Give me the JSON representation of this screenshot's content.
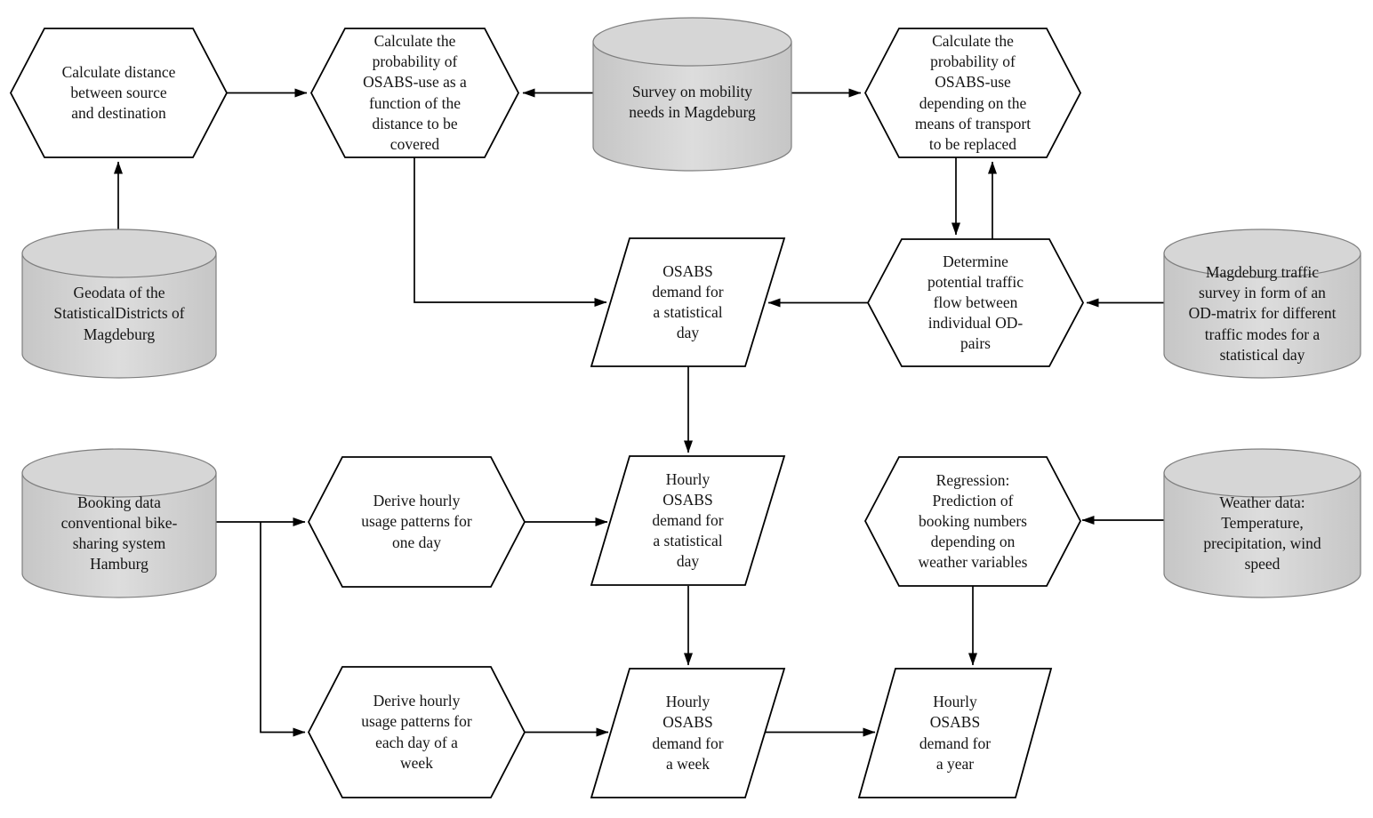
{
  "diagram": {
    "type": "flowchart",
    "colors": {
      "background": "#ffffff",
      "process_fill": "#ffffff",
      "process_stroke": "#000000",
      "cylinder_fill_light": "#dddddd",
      "cylinder_fill_dark": "#c6c6c6",
      "cylinder_stroke": "#7f7f7f",
      "arrow_color": "#000000",
      "text_color": "#141414"
    },
    "shape_meaning": {
      "cylinder": "data source",
      "hexagon": "process step",
      "parallelogram": "result / output"
    }
  },
  "nodes": {
    "calc_distance": {
      "shape": "hexagon",
      "label": "Calculate distance\nbetween source\nand destination"
    },
    "prob_distance": {
      "shape": "hexagon",
      "label": "Calculate the\nprobability of\nOSABS-use as a\nfunction of the\ndistance to be\ncovered"
    },
    "survey_mobility": {
      "shape": "cylinder",
      "label": "Survey on mobility\nneeds in Magdeburg"
    },
    "prob_transport": {
      "shape": "hexagon",
      "label": "Calculate the\nprobability of\nOSABS-use\ndepending on the\nmeans of transport\nto be replaced"
    },
    "geodata": {
      "shape": "cylinder",
      "label": "Geodata of the\nStatisticalDistricts of\nMagdeburg"
    },
    "osabs_demand_day": {
      "shape": "parallelogram",
      "label": "OSABS\ndemand for\na statistical\nday"
    },
    "traffic_flow": {
      "shape": "hexagon",
      "label": "Determine\npotential traffic\nflow between\nindividual OD-\npairs"
    },
    "traffic_survey": {
      "shape": "cylinder",
      "label": "Magdeburg traffic\nsurvey in form of an\nOD-matrix for different\ntraffic modes for a\nstatistical day"
    },
    "booking_data": {
      "shape": "cylinder",
      "label": "Booking data\nconventional bike-\nsharing system\nHamburg"
    },
    "usage_one_day": {
      "shape": "hexagon",
      "label": "Derive hourly\nusage patterns for\none day"
    },
    "hourly_demand_day": {
      "shape": "parallelogram",
      "label": "Hourly\nOSABS\ndemand for\na statistical\nday"
    },
    "regression_weather": {
      "shape": "hexagon",
      "label": "Regression:\nPrediction of\nbooking numbers\ndepending on\nweather variables"
    },
    "weather_data": {
      "shape": "cylinder",
      "label": "Weather data:\nTemperature,\nprecipitation, wind\nspeed"
    },
    "usage_week": {
      "shape": "hexagon",
      "label": "Derive hourly\nusage patterns for\neach day of a\nweek"
    },
    "hourly_demand_week": {
      "shape": "parallelogram",
      "label": "Hourly\nOSABS\ndemand for\na week"
    },
    "hourly_demand_year": {
      "shape": "parallelogram",
      "label": "Hourly\nOSABS\ndemand for\na year"
    }
  },
  "edges": [
    {
      "from": "geodata",
      "to": "calc_distance"
    },
    {
      "from": "calc_distance",
      "to": "prob_distance"
    },
    {
      "from": "survey_mobility",
      "to": "prob_distance"
    },
    {
      "from": "survey_mobility",
      "to": "prob_transport"
    },
    {
      "from": "prob_transport",
      "to": "traffic_flow"
    },
    {
      "from": "traffic_flow",
      "to": "prob_transport"
    },
    {
      "from": "prob_distance",
      "to": "osabs_demand_day"
    },
    {
      "from": "traffic_flow",
      "to": "osabs_demand_day"
    },
    {
      "from": "traffic_survey",
      "to": "traffic_flow"
    },
    {
      "from": "osabs_demand_day",
      "to": "hourly_demand_day"
    },
    {
      "from": "booking_data",
      "to": "usage_one_day"
    },
    {
      "from": "booking_data",
      "to": "usage_week"
    },
    {
      "from": "usage_one_day",
      "to": "hourly_demand_day"
    },
    {
      "from": "weather_data",
      "to": "regression_weather"
    },
    {
      "from": "hourly_demand_day",
      "to": "hourly_demand_week"
    },
    {
      "from": "usage_week",
      "to": "hourly_demand_week"
    },
    {
      "from": "hourly_demand_week",
      "to": "hourly_demand_year"
    },
    {
      "from": "regression_weather",
      "to": "hourly_demand_year"
    }
  ]
}
